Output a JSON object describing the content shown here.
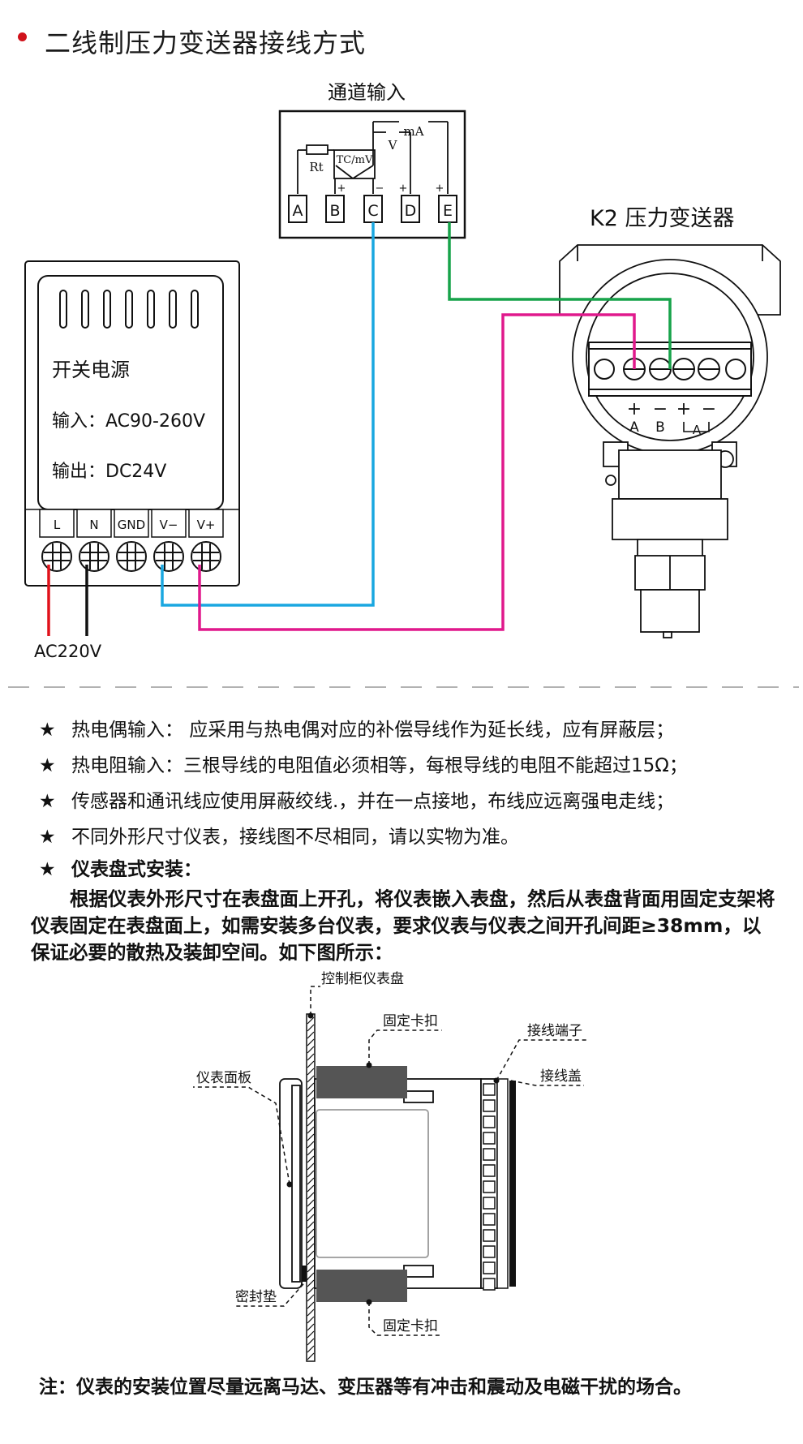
{
  "header": {
    "title": "二线制压力变送器接线方式"
  },
  "channel_box": {
    "title": "通道输入",
    "terminals": [
      "A",
      "B",
      "C",
      "D",
      "E"
    ],
    "rt_label": "Rt",
    "tc_label": "TC/mV",
    "v_label": "V",
    "ma_label": "mA",
    "plus": "+",
    "minus": "−"
  },
  "transmitter": {
    "title": "K2 压力变送器",
    "terminal_labels": [
      "A",
      "B",
      "A"
    ],
    "signs": [
      "+",
      "−",
      "+",
      "−"
    ]
  },
  "power_supply": {
    "title": "开关电源",
    "input": "输入：AC90-260V",
    "output": "输出：DC24V",
    "terminals": [
      "L",
      "N",
      "GND",
      "V−",
      "V+"
    ],
    "ac_label": "AC220V"
  },
  "notes": [
    {
      "star": "★",
      "text": "热电偶输入： 应采用与热电偶对应的补偿导线作为延长线，应有屏蔽层；"
    },
    {
      "star": "★",
      "text": "热电阻输入：三根导线的电阻值必须相等，每根导线的电阻不能超过15Ω；"
    },
    {
      "star": "★",
      "text": "传感器和通讯线应使用屏蔽绞线.，并在一点接地，布线应远离强电走线；"
    },
    {
      "star": "★",
      "text": "不同外形尺寸仪表，接线图不尽相同，请以实物为准。"
    },
    {
      "star": "★",
      "text": "仪表盘式安装："
    }
  ],
  "install_paragraph": "根据仪表外形尺寸在表盘面上开孔，将仪表嵌入表盘，然后从表盘背面用固定支架将仪表固定在表盘面上，如需安装多台仪表，要求仪表与仪表之间开孔间距≥38mm，以保证必要的散热及装卸空间。如下图所示：",
  "install_diagram": {
    "panel_label": "控制柜仪表盘",
    "clip_top_label": "固定卡扣",
    "clip_bottom_label": "固定卡扣",
    "face_label": "仪表面板",
    "seal_label": "密封垫",
    "terminal_label": "接线端子",
    "cover_label": "接线盖"
  },
  "footer_note": "注：仪表的安装位置尽量远离马达、变压器等有冲击和震动及电磁干扰的场合。",
  "colors": {
    "blue_wire": "#1aa7e0",
    "green_wire": "#17a34a",
    "pink_wire": "#e0198c",
    "red_wire": "#e0121b",
    "black_wire": "#111111",
    "title_dot": "#d0121b",
    "clip_fill": "#555555"
  }
}
